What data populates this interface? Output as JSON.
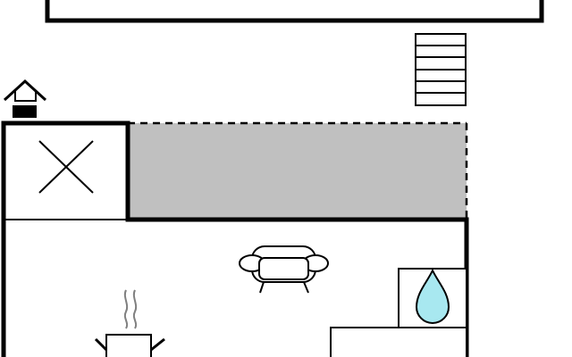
{
  "floorplan": {
    "colors": {
      "wall": "#000000",
      "terrace_fill": "#c0c0c0",
      "water_drop": "#a8e8f0",
      "steam": "#808080",
      "background": "#ffffff"
    },
    "symbols": [
      "upper-room-outline",
      "staircase-icon",
      "chimney-icon",
      "closed-room-x",
      "terrace-area",
      "sofa-icon",
      "bathroom-water-icon",
      "kitchen-pot-icon",
      "counter-outline"
    ]
  }
}
